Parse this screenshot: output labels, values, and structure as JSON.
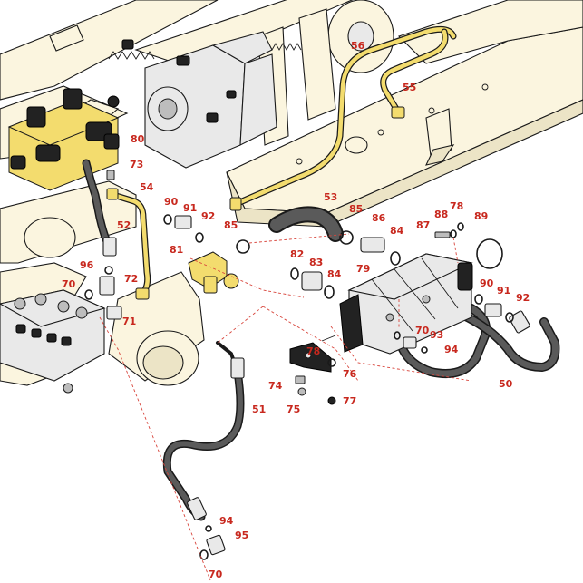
{
  "callouts": [
    {
      "label": "56"
    },
    {
      "label": "55"
    },
    {
      "label": "80"
    },
    {
      "label": "73"
    },
    {
      "label": "54"
    },
    {
      "label": "90"
    },
    {
      "label": "91"
    },
    {
      "label": "92"
    },
    {
      "label": "52"
    },
    {
      "label": "53"
    },
    {
      "label": "85"
    },
    {
      "label": "86"
    },
    {
      "label": "78"
    },
    {
      "label": "89"
    },
    {
      "label": "88"
    },
    {
      "label": "87"
    },
    {
      "label": "85"
    },
    {
      "label": "84"
    },
    {
      "label": "81"
    },
    {
      "label": "82"
    },
    {
      "label": "83"
    },
    {
      "label": "84"
    },
    {
      "label": "79"
    },
    {
      "label": "90"
    },
    {
      "label": "91"
    },
    {
      "label": "92"
    },
    {
      "label": "96"
    },
    {
      "label": "72"
    },
    {
      "label": "70"
    },
    {
      "label": "71"
    },
    {
      "label": "70"
    },
    {
      "label": "93"
    },
    {
      "label": "94"
    },
    {
      "label": "78"
    },
    {
      "label": "76"
    },
    {
      "label": "74"
    },
    {
      "label": "75"
    },
    {
      "label": "77"
    },
    {
      "label": "50"
    },
    {
      "label": "51"
    },
    {
      "label": "94"
    },
    {
      "label": "95"
    },
    {
      "label": "70"
    }
  ],
  "colors": {
    "callout_text": "#c8281e",
    "leader_line": "#d8453c",
    "frame_fill": "#fbf5df",
    "brass_fill": "#f3dc6e",
    "hose": "#1a1a1a"
  }
}
